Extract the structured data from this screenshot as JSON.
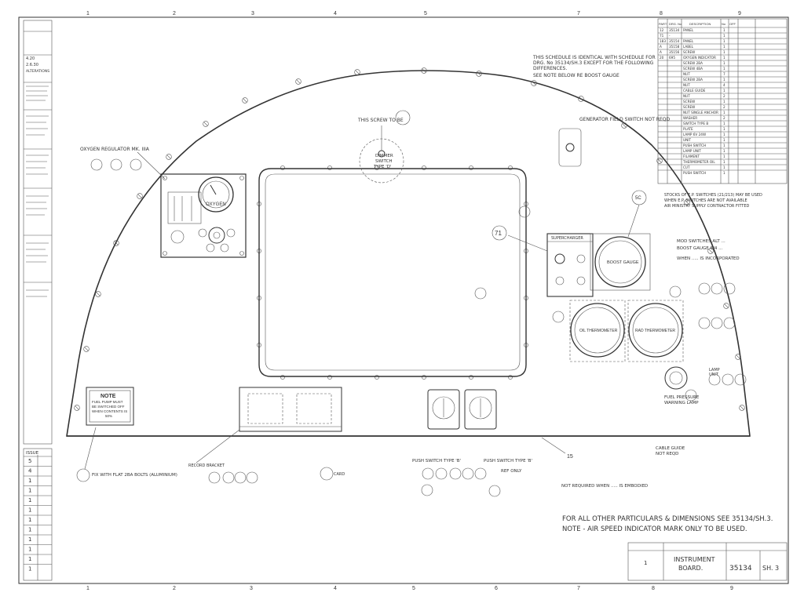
{
  "grid_top": [
    "1",
    "2",
    "3",
    "4",
    "5",
    "7",
    "8",
    "9"
  ],
  "grid_bottom": [
    "1",
    "2",
    "3",
    "4",
    "5",
    "6",
    "7",
    "8",
    "9"
  ],
  "schedule_headers": [
    "PART",
    "DRG. No",
    "DESCRIPTION",
    "No",
    "OFF"
  ],
  "schedule_rows": [
    {
      "no": "12",
      "drg": "35134",
      "desc": "PANEL",
      "qty": "1"
    },
    {
      "no": "71",
      "drg": "-",
      "desc": "",
      "qty": "1"
    },
    {
      "no": "183",
      "drg": "35154",
      "desc": "PANEL",
      "qty": "1"
    },
    {
      "no": "A",
      "drg": "35158",
      "desc": "LABEL",
      "qty": "1"
    },
    {
      "no": "A",
      "drg": "35156",
      "desc": "SCREW",
      "qty": "1"
    },
    {
      "no": "20",
      "drg": "695",
      "desc": "OXYGEN INDICATOR",
      "qty": "1"
    },
    {
      "no": "",
      "drg": "",
      "desc": "SCREW 2BA",
      "qty": "1"
    },
    {
      "no": "",
      "drg": "",
      "desc": "SCREW 4BA",
      "qty": "1"
    },
    {
      "no": "",
      "drg": "",
      "desc": "NUT",
      "qty": "7"
    },
    {
      "no": "",
      "drg": "",
      "desc": "SCREW 2BA",
      "qty": "1"
    },
    {
      "no": "",
      "drg": "",
      "desc": "NUT",
      "qty": "4"
    },
    {
      "no": "",
      "drg": "",
      "desc": "CABLE GUIDE",
      "qty": "1"
    },
    {
      "no": "",
      "drg": "",
      "desc": "NUT",
      "qty": "2"
    },
    {
      "no": "",
      "drg": "",
      "desc": "SCREW",
      "qty": "1"
    },
    {
      "no": "",
      "drg": "",
      "desc": "SCREW",
      "qty": "2"
    },
    {
      "no": "",
      "drg": "",
      "desc": "NUT SINGLE ANCHOR",
      "qty": "1"
    },
    {
      "no": "",
      "drg": "",
      "desc": "WASHER",
      "qty": "2"
    },
    {
      "no": "",
      "drg": "",
      "desc": "SWITCH TYPE B",
      "qty": "1"
    },
    {
      "no": "",
      "drg": "",
      "desc": "PLATE",
      "qty": "1"
    },
    {
      "no": "",
      "drg": "",
      "desc": "LAMP 6V 24W",
      "qty": "1"
    },
    {
      "no": "",
      "drg": "",
      "desc": "UNIT",
      "qty": "1"
    },
    {
      "no": "",
      "drg": "",
      "desc": "PUSH SWITCH",
      "qty": "1"
    },
    {
      "no": "",
      "drg": "",
      "desc": "LAMP UNIT",
      "qty": "1"
    },
    {
      "no": "",
      "drg": "",
      "desc": "FILAMENT",
      "qty": "1"
    },
    {
      "no": "",
      "drg": "",
      "desc": "THERMOMETER OIL",
      "qty": "1"
    },
    {
      "no": "",
      "drg": "",
      "desc": "CUT",
      "qty": "1"
    },
    {
      "no": "",
      "drg": "",
      "desc": "PUSH SWITCH",
      "qty": "1"
    }
  ],
  "schedule_notes": [
    "STOCKS OF E.P. SWITCHES (21/213) MAY BE USED",
    "WHEN E.P. SWITCHES ARE NOT AVAILABLE",
    "AIR MINISTRY SUPPLY CONTRACTOR FITTED"
  ],
  "identical_note": [
    "THIS SCHEDULE IS IDENTICAL WITH SCHEDULE FOR",
    "DRG. No 35134/SH.3 EXCEPT FOR THE FOLLOWING",
    "DIFFERENCES.",
    "SEE NOTE BELOW RE BOOST GAUGE"
  ],
  "labels": {
    "screw_note": "THIS SCREW TO BE",
    "dimmer_switch": [
      "DIMMER",
      "SWITCH",
      "TYPE 'D'"
    ],
    "generator_switch": "GENERATOR FIELD SWITCH NOT REQD",
    "oxygen_regulator": "OXYGEN REGULATOR MK. IIIA",
    "oxygen_gauge": "OXYGEN",
    "supercharger": "SUPERCHARGER",
    "boost_gauge": "BOOST GAUGE",
    "oil_thermometer": "OIL THERMOMETER",
    "rad_thermometer": "RAD THERMOMETER",
    "fuel_pressure": [
      "FUEL PRESSURE",
      "WARNING LAMP"
    ],
    "lamp_unit": [
      "LAMP",
      "UNIT"
    ],
    "cable_guide": [
      "CABLE GUIDE",
      "NOT REQD"
    ],
    "fix_note": "FIX WITH FLAT 2BA BOLTS (ALUMINIUM)",
    "push_switch_3": "PUSH SWITCH TYPE 'B'",
    "push_switch_8": "PUSH SWITCH TYPE 'B'",
    "ref_only": "REF ONLY",
    "not_required": "NOT REQUIRED WHEN ..... IS EMBODIED",
    "bracket_note": "RECORD BRACKET",
    "card": "CARD",
    "callout_71": "71",
    "callout_15": "15",
    "callout_5c": "5C",
    "boost_note": [
      "MOD SWITCHES ALT ...",
      "BOOST GAUGE 6/4 ...",
      "WHEN ..... IS INCORPORATED"
    ]
  },
  "fuel_note": {
    "title": "NOTE",
    "lines": [
      "FUEL PUMP MUST",
      "BE SWITCHED OFF",
      "WHEN CONTENTS IS",
      "50%"
    ]
  },
  "footer": {
    "line1": "FOR ALL OTHER PARTICULARS & DIMENSIONS SEE 35134/SH.3.",
    "line2": "NOTE - AIR SPEED INDICATOR MARK ONLY TO BE USED."
  },
  "title_block": {
    "title_line1": "INSTRUMENT",
    "title_line2": "BOARD.",
    "drawing_no": "35134",
    "sheet": "SH. 3",
    "scale": "1"
  },
  "issue_table": {
    "header": "ISSUE",
    "rows": [
      "5",
      "4",
      "1",
      "1",
      "1",
      "1",
      "1",
      "1",
      "1",
      "1",
      "1",
      "1"
    ]
  },
  "left_strip": [
    "4.20",
    "2.6.30",
    "ALTERATIONS"
  ]
}
